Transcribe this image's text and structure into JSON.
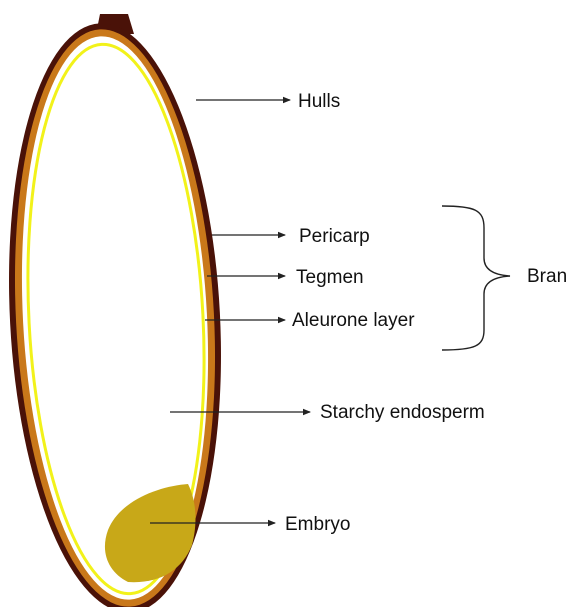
{
  "labels": {
    "hulls": "Hulls",
    "pericarp": "Pericarp",
    "tegmen": "Tegmen",
    "aleurone": "Aleurone layer",
    "bran": "Bran",
    "endosperm": "Starchy endosperm",
    "embryo": "Embryo"
  },
  "colors": {
    "hull": "#4a1208",
    "pericarp": "#c9781a",
    "aleurone": "#f2f21a",
    "embryo": "#c8a818",
    "line": "#222222"
  }
}
